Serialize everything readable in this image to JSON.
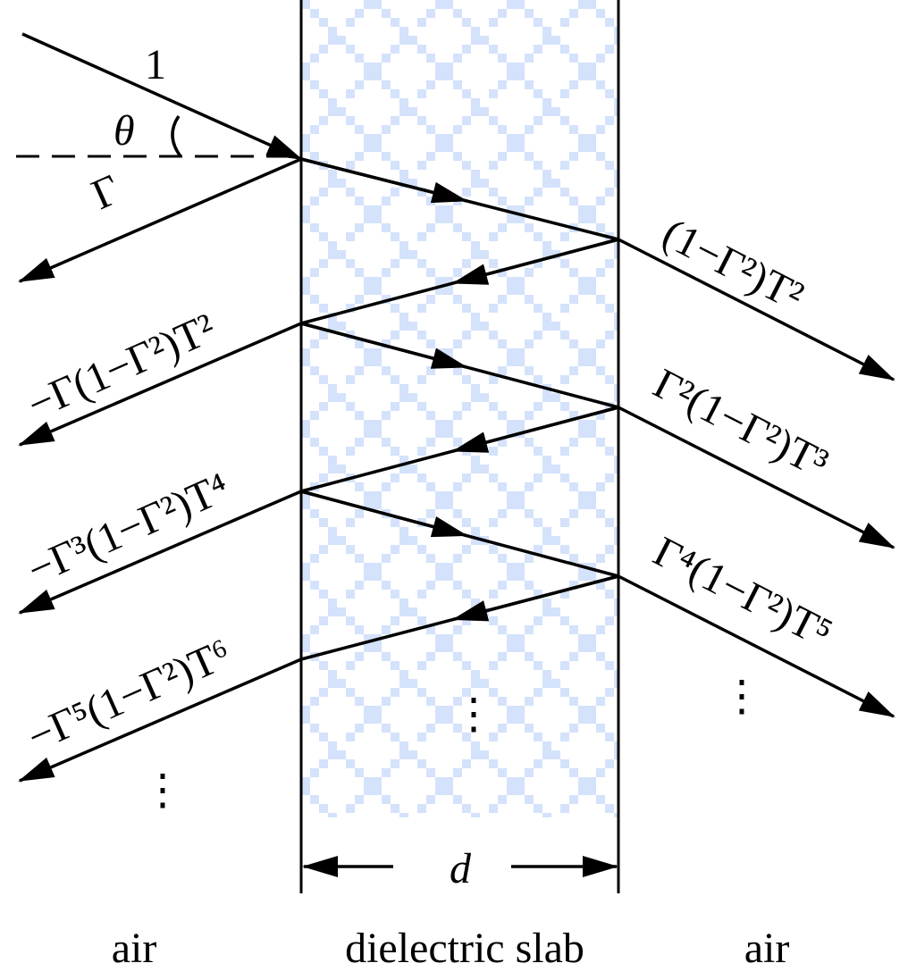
{
  "incident_label": "1",
  "angle_label": "θ",
  "reflected_labels": [
    "Γ",
    "−Γ(1−Γ²)T²",
    "−Γ³(1−Γ²)T⁴",
    "−Γ⁵(1−Γ²)T⁶"
  ],
  "transmitted_labels": [
    "(1−Γ²)T²",
    "Γ²(1−Γ²)T³",
    "Γ⁴(1−Γ²)T⁵"
  ],
  "ellipsis": "⋮",
  "thickness_label": "d",
  "regions": {
    "left": "air",
    "middle": "dielectric slab",
    "right": "air"
  },
  "colors": {
    "slab_pattern": "#d4e2fb",
    "lines": "#000000"
  }
}
